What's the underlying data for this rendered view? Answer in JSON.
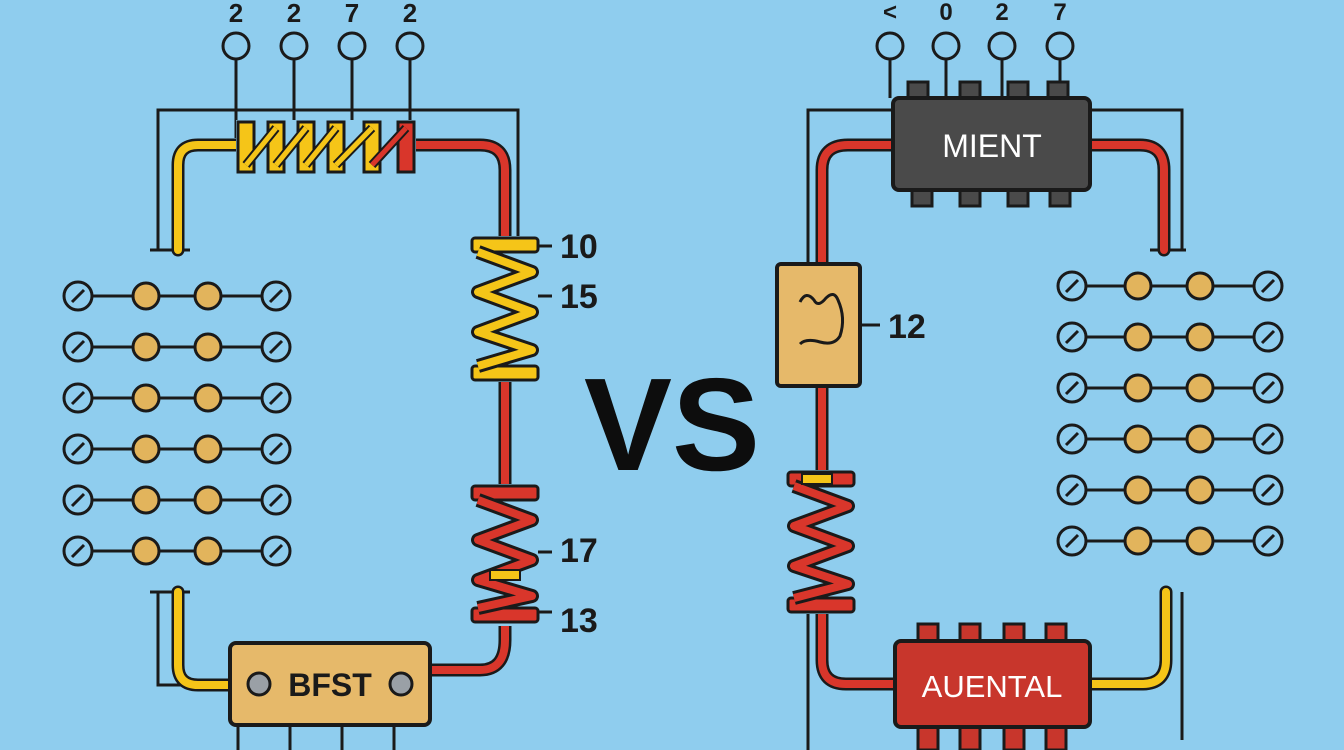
{
  "colors": {
    "background": "#8fcdee",
    "outline": "#1a1a1a",
    "wire_yellow": "#f5c518",
    "wire_red": "#d9362b",
    "bead": "#e2b45c",
    "chip_dark": "#4a4a4a",
    "chip_red": "#c8362c",
    "tan": "#e6b96a"
  },
  "center_label": "VS",
  "left": {
    "top_pin_glyphs": [
      "2",
      "2",
      "7",
      "2"
    ],
    "resistor_labels": [
      "10",
      "15",
      "17",
      "13"
    ],
    "chip_label": "BFST",
    "bead_rows": 6
  },
  "right": {
    "top_pin_glyphs": [
      "<",
      "0",
      "2",
      "7"
    ],
    "chip_top_label": "MIENT",
    "chip_bottom_label": "AUENTAL",
    "component_label": "12",
    "bead_rows": 6
  }
}
